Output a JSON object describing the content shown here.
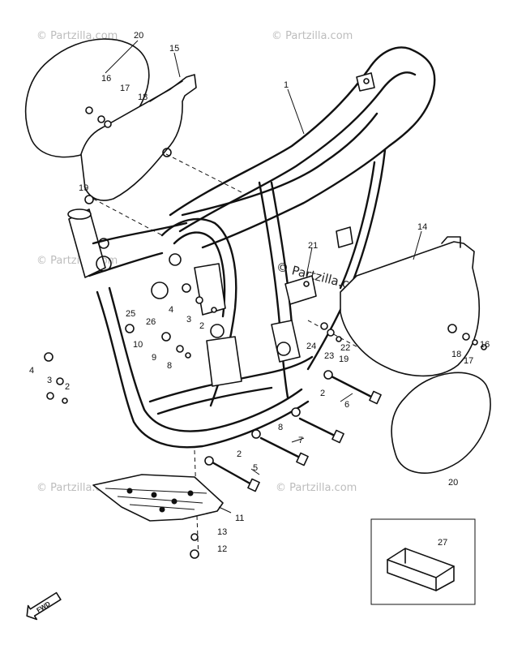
{
  "watermark": {
    "text": "© Partzilla.com"
  },
  "callouts": {
    "c1": "1",
    "c2a": "2",
    "c2b": "2",
    "c2c": "2",
    "c2d": "2",
    "c3a": "3",
    "c3b": "3",
    "c4a": "4",
    "c4b": "4",
    "c5": "5",
    "c6": "6",
    "c7": "7",
    "c8a": "8",
    "c8b": "8",
    "c9": "9",
    "c10": "10",
    "c11": "11",
    "c12": "12",
    "c13": "13",
    "c14": "14",
    "c15": "15",
    "c16a": "16",
    "c16b": "16",
    "c17a": "17",
    "c17b": "17",
    "c18a": "18",
    "c18b": "18",
    "c19a": "19",
    "c19b": "19",
    "c20a": "20",
    "c20b": "20",
    "c21": "21",
    "c22": "22",
    "c23": "23",
    "c24": "24",
    "c25": "25",
    "c26": "26",
    "c27": "27"
  },
  "fwd_label": "FWD"
}
